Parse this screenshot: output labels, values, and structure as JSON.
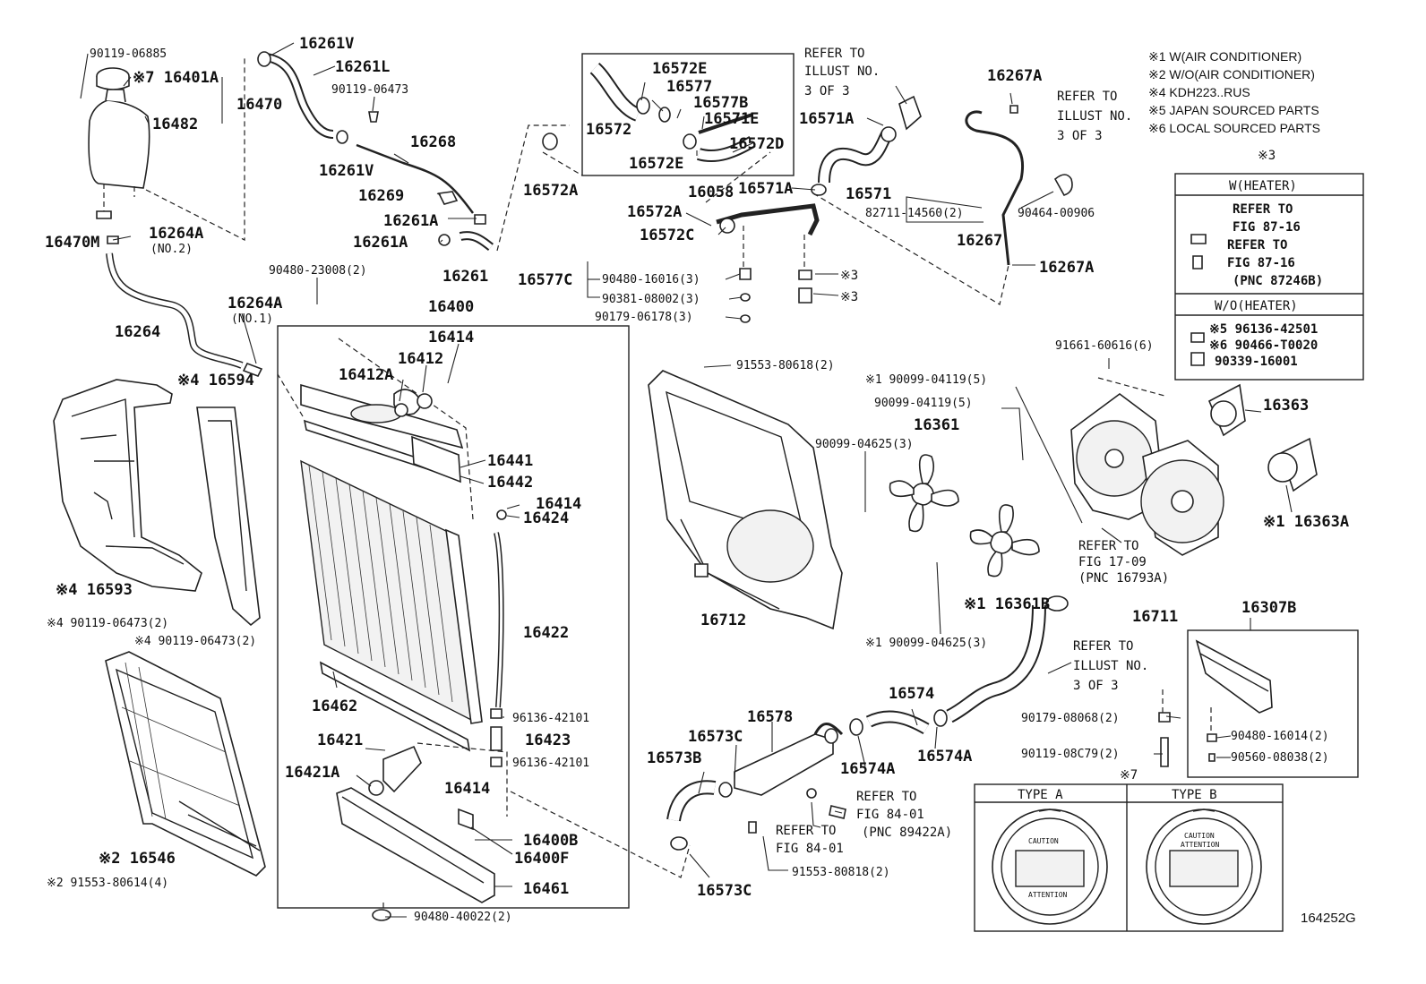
{
  "labels": {
    "p_90119_06885": "90119-06885",
    "p_16401A": "※7 16401A",
    "p_16470": "16470",
    "p_16482": "16482",
    "p_16470M": "16470M",
    "p_16264A_no2": "16264A",
    "p_no2": "(NO.2)",
    "p_16264": "16264",
    "p_16264A_no1": "16264A",
    "p_no1": "(NO.1)",
    "p_16594": "※4 16594",
    "p_16593": "※4 16593",
    "p_490119_a": "※4 90119-06473(2)",
    "p_490119_b": "※4 90119-06473(2)",
    "p_16546": "※2 16546",
    "p_91553_80614": "※2 91553-80614(4)",
    "p_16261V_top": "16261V",
    "p_16261L": "16261L",
    "p_90119_06473": "90119-06473",
    "p_16261V_mid": "16261V",
    "p_16268": "16268",
    "p_16269": "16269",
    "p_16261A_1": "16261A",
    "p_16261A_2": "16261A",
    "p_16261": "16261",
    "p_90480_23008": "90480-23008(2)",
    "p_16400": "16400",
    "p_16414_top": "16414",
    "p_16412": "16412",
    "p_16412A": "16412A",
    "p_16441": "16441",
    "p_16442": "16442",
    "p_16414_mid": "16414",
    "p_16424": "16424",
    "p_16422": "16422",
    "p_16462": "16462",
    "p_96136_a": "96136-42101",
    "p_16423": "16423",
    "p_96136_b": "96136-42101",
    "p_16421": "16421",
    "p_16421A": "16421A",
    "p_16414_low": "16414",
    "p_16400B": "16400B",
    "p_16400F": "16400F",
    "p_16461": "16461",
    "p_90480_40022": "90480-40022(2)",
    "p_16572E_a": "16572E",
    "p_16577": "16577",
    "p_16577B": "16577B",
    "p_16571E": "16571E",
    "p_16572": "16572",
    "p_16572D": "16572D",
    "p_16572E_b": "16572E",
    "p_16058": "16058",
    "p_16572A_a": "16572A",
    "p_16572A_b": "16572A",
    "p_16571A_b": "16571A",
    "p_16572C": "16572C",
    "p_16577C": "16577C",
    "p_90480_16016": "90480-16016(3)",
    "p_90381_08002": "90381-08002(3)",
    "p_90179_06178": "90179-06178(3)",
    "p_ref3_a": "※3",
    "p_ref3_b": "※3",
    "p_refer_1a": "REFER TO",
    "p_refer_1b": "ILLUST NO.",
    "p_refer_1c": "3 OF 3",
    "p_16571A_a": "16571A",
    "p_16571": "16571",
    "p_16267A_top": "16267A",
    "p_refer_2a": "REFER TO",
    "p_refer_2b": "ILLUST NO.",
    "p_refer_2c": "3 OF 3",
    "p_82711": "82711-14560(2)",
    "p_90464": "90464-00906",
    "p_16267": "16267",
    "p_16267A_low": "16267A",
    "p_91553_80618": "91553-80618(2)",
    "p_90099_04119_a": "※1 90099-04119(5)",
    "p_90099_04119_b": "90099-04119(5)",
    "p_16361": "16361",
    "p_90099_04625_a": "90099-04625(3)",
    "p_16361B": "※1 16361B",
    "p_90099_04625_b": "※1 90099-04625(3)",
    "p_16712": "16712",
    "p_91661": "91661-60616(6)",
    "p_16363": "16363",
    "p_16363A": "※1 16363A",
    "p_refer_fig1709a": "REFER TO",
    "p_refer_fig1709b": "FIG 17-09",
    "p_refer_fig1709c": "(PNC 16793A)",
    "p_16711": "16711",
    "p_16307B": "16307B",
    "p_90179_08068": "90179-08068(2)",
    "p_90119_08C79": "90119-08C79(2)",
    "p_90480_16014": "90480-16014(2)",
    "p_90560_08038": "90560-08038(2)",
    "p_16574": "16574",
    "p_16574A_a": "16574A",
    "p_16574A_b": "16574A",
    "p_refer_3a": "REFER TO",
    "p_refer_3b": "ILLUST NO.",
    "p_refer_3c": "3 OF 3",
    "p_16578": "16578",
    "p_16573C_a": "16573C",
    "p_16573B": "16573B",
    "p_16573C_b": "16573C",
    "p_refer_84a": "REFER TO",
    "p_refer_84b": "FIG 84-01",
    "p_refer_84c": "(PNC 89422A)",
    "p_refer_84d": "REFER TO",
    "p_refer_84e": "FIG 84-01",
    "p_91553_80818": "91553-80818(2)",
    "p_ref7": "※7",
    "p_typeA": "TYPE A",
    "p_typeB": "TYPE B",
    "p_capA1": "CAUTION",
    "p_capA2": "ATTENTION",
    "p_capB1": "CAUTION",
    "p_capB2": "ATTENTION",
    "p_diagram_id": "164252G"
  },
  "legend": {
    "n1": "※1  W(AIR CONDITIONER)",
    "n2": "※2  W/O(AIR CONDITIONER)",
    "n4": "※4  KDH223..RUS",
    "n5": "※5  JAPAN SOURCED PARTS",
    "n6": "※6  LOCAL SOURCED PARTS"
  },
  "heater_box": {
    "ref": "※3",
    "w_heater": "W(HEATER)",
    "refer_a1": "REFER TO",
    "refer_a2": "FIG 87-16",
    "refer_b1": "REFER TO",
    "refer_b2": "FIG 87-16",
    "refer_b3": "(PNC 87246B)",
    "wo_heater": "W/O(HEATER)",
    "p5": "※5 96136-42501",
    "p6": "※6 90466-T0020",
    "p7": "90339-16001"
  },
  "colors": {
    "line": "#222222",
    "background": "#ffffff"
  }
}
